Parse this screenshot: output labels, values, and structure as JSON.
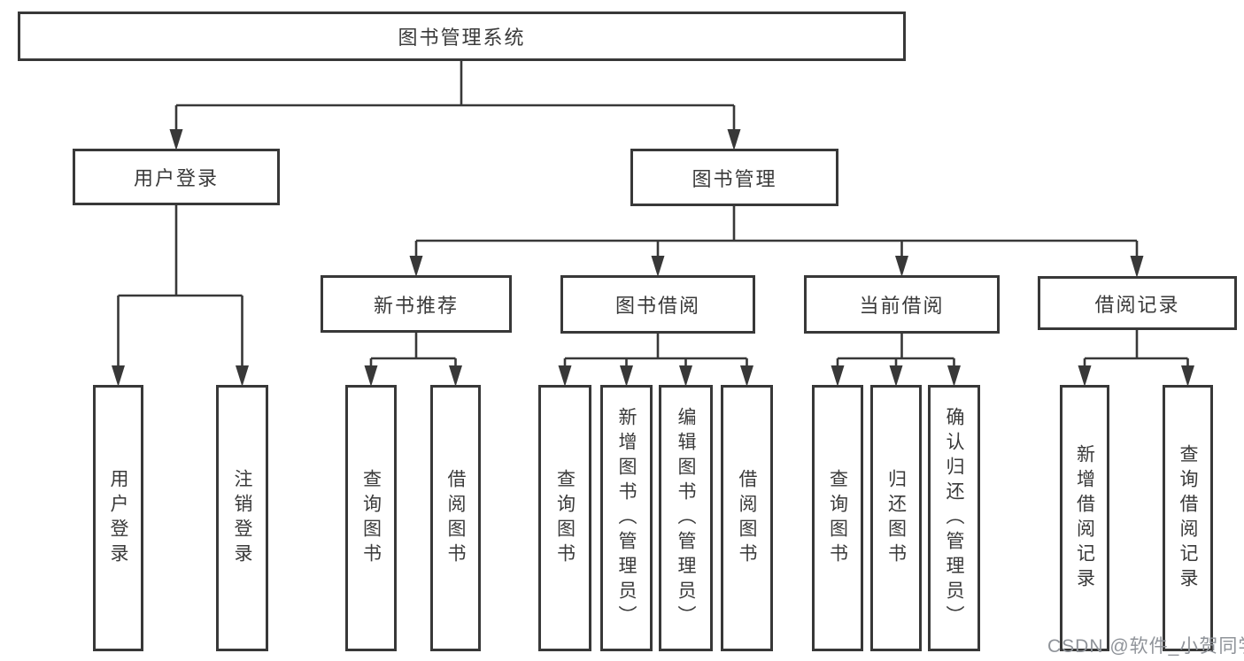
{
  "colors": {
    "line": "#383838",
    "box_border": "#383838",
    "text": "#3a3a3a",
    "watermark": "#8f9399",
    "background": "#ffffff"
  },
  "watermark": {
    "text": "CSDN @软件_小贺同学"
  },
  "diagram": {
    "root": {
      "label": "图书管理系统"
    },
    "branches": [
      {
        "id": "user-login",
        "label": "用户登录",
        "leaves": [
          {
            "id": "user-login-leaf",
            "label": "用户登录"
          },
          {
            "id": "logout-leaf",
            "label": "注销登录"
          }
        ]
      },
      {
        "id": "book-management",
        "label": "图书管理",
        "groups": [
          {
            "id": "new-book-recommend",
            "label": "新书推荐",
            "leaves": [
              {
                "id": "query-books",
                "label": "查询图书"
              },
              {
                "id": "borrow-books",
                "label": "借阅图书"
              }
            ]
          },
          {
            "id": "book-borrowing",
            "label": "图书借阅",
            "leaves": [
              {
                "id": "query-books",
                "label": "查询图书"
              },
              {
                "id": "add-books-admin",
                "label": "新增图书（管理员）"
              },
              {
                "id": "edit-books-admin",
                "label": "编辑图书（管理员）"
              },
              {
                "id": "borrow-books",
                "label": "借阅图书"
              }
            ]
          },
          {
            "id": "current-borrowing",
            "label": "当前借阅",
            "leaves": [
              {
                "id": "query-books",
                "label": "查询图书"
              },
              {
                "id": "return-books",
                "label": "归还图书"
              },
              {
                "id": "confirm-return-admin",
                "label": "确认归还（管理员）"
              }
            ]
          },
          {
            "id": "borrowing-records",
            "label": "借阅记录",
            "leaves": [
              {
                "id": "add-borrow-record",
                "label": "新增借阅记录"
              },
              {
                "id": "query-borrow-record",
                "label": "查询借阅记录"
              }
            ]
          }
        ]
      }
    ]
  }
}
